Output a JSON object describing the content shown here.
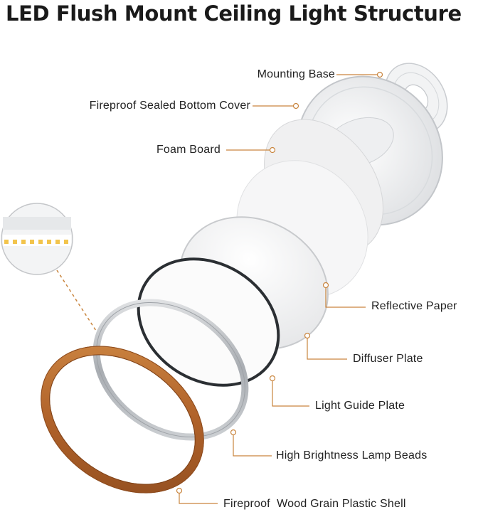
{
  "title": "LED Flush Mount Ceiling Light Structure",
  "colors": {
    "leader_line": "#c9853e",
    "wood": "#b8672e",
    "frame_silver": "#bfc3c7",
    "dark_ring": "#2b2f33",
    "led_chip": "#f2c44c"
  },
  "components": [
    {
      "label": "Mounting Base"
    },
    {
      "label": "Fireproof Sealed Bottom Cover"
    },
    {
      "label": "Foam Board"
    },
    {
      "label": "Reflective Paper"
    },
    {
      "label": "Diffuser Plate"
    },
    {
      "label": "Light Guide Plate"
    },
    {
      "label": "High Brightness Lamp Beads"
    },
    {
      "label": "Fireproof  Wood Grain Plastic Shell"
    }
  ]
}
